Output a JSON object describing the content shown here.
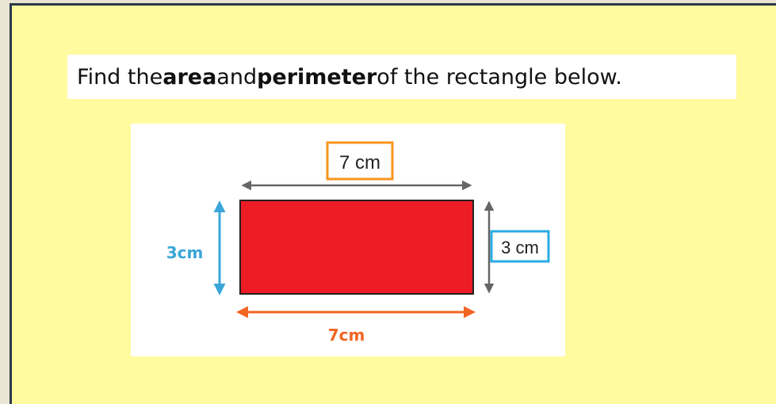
{
  "question": {
    "part1": "Find the ",
    "bold1": "area",
    "part2": " and ",
    "bold2": "perimeter",
    "part3": " of the rectangle below."
  },
  "figure": {
    "top_label": "7 cm",
    "right_label": "3 cm",
    "left_handwritten": "3cm",
    "bottom_handwritten": "7cm"
  },
  "colors": {
    "background": "#fffb9e",
    "rectangle": "#ee1c25",
    "top_label_border": "#f7941d",
    "right_label_border": "#29abe2",
    "handwritten_blue": "#3aa6d8",
    "handwritten_orange": "#f26522",
    "arrow_grey": "#666666"
  }
}
